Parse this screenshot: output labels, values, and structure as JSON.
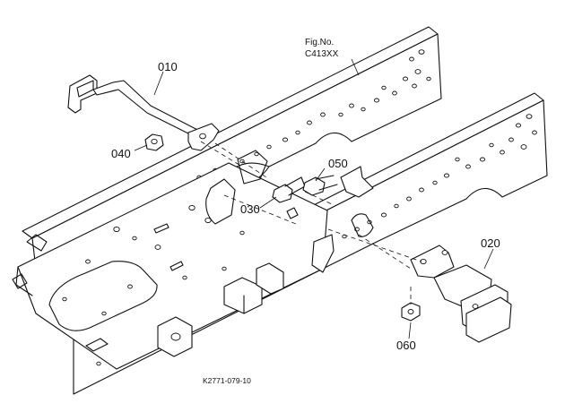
{
  "figure": {
    "fig_no_label": "Fig.No.",
    "fig_no_value": "C413XX",
    "drawing_code": "K2771-079-10"
  },
  "parts": [
    {
      "ref": "010"
    },
    {
      "ref": "020"
    },
    {
      "ref": "030"
    },
    {
      "ref": "040"
    },
    {
      "ref": "050"
    },
    {
      "ref": "060"
    }
  ]
}
